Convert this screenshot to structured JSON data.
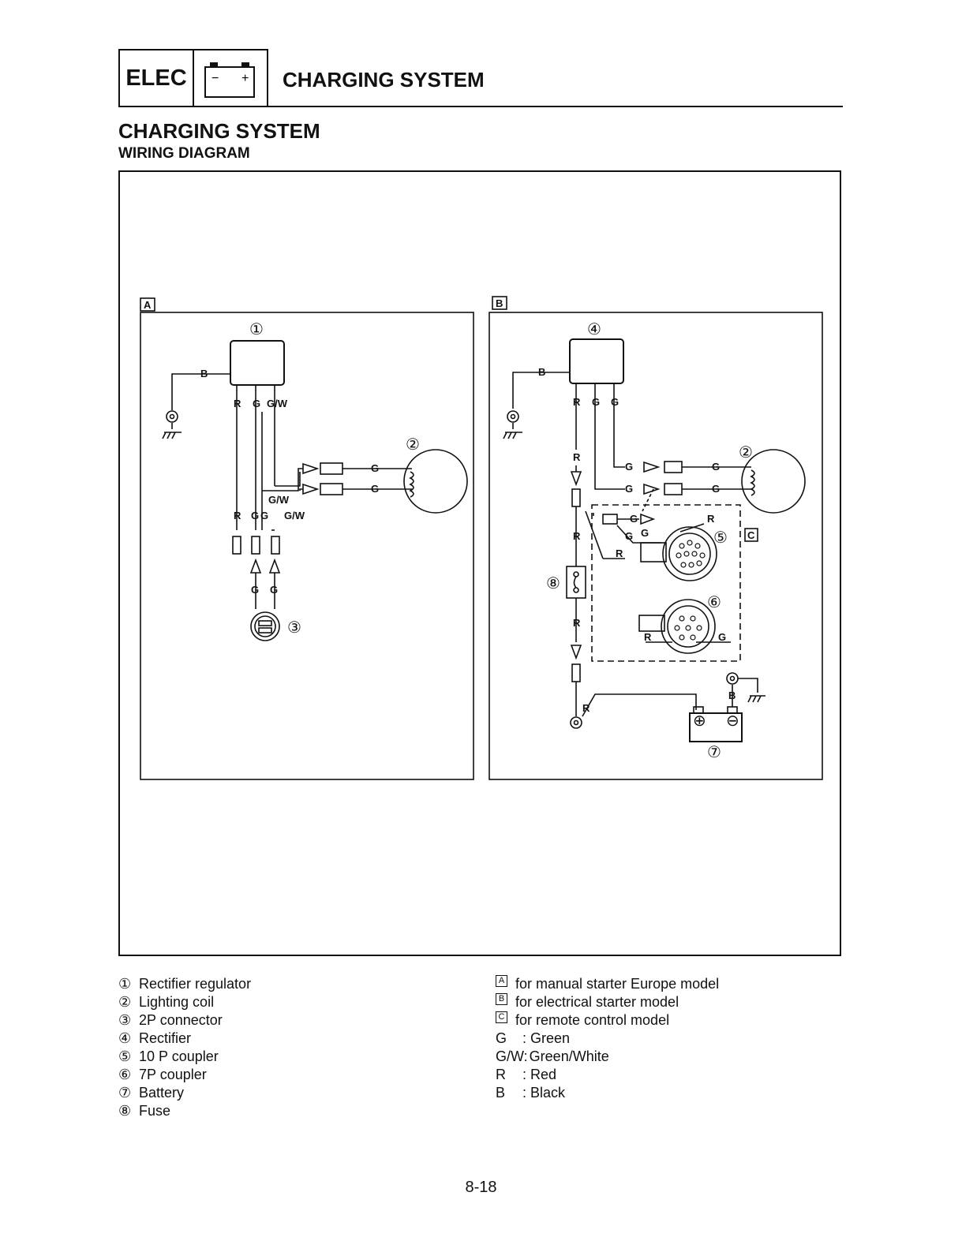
{
  "header": {
    "section_code": "ELEC",
    "battery_minus": "−",
    "battery_plus": "+",
    "title": "CHARGING SYSTEM"
  },
  "page": {
    "title": "CHARGING SYSTEM",
    "subtitle": "WIRING DIAGRAM",
    "number": "8-18"
  },
  "diagram": {
    "panel_a_tag": "A",
    "panel_b_tag": "B",
    "panel_c_tag": "C",
    "markers": [
      "①",
      "②",
      "③",
      "④",
      "⑤",
      "⑥",
      "⑦",
      "⑧"
    ],
    "wire_codes": {
      "black": "B",
      "red": "R",
      "green": "G",
      "green_white": "G/W"
    },
    "battery_pos": "⊕",
    "battery_neg": "⊖"
  },
  "legend_left": [
    {
      "marker": "①",
      "text": "Rectifier regulator"
    },
    {
      "marker": "②",
      "text": "Lighting coil"
    },
    {
      "marker": "③",
      "text": "2P connector"
    },
    {
      "marker": "④",
      "text": "Rectifier"
    },
    {
      "marker": "⑤",
      "text": "10 P coupler"
    },
    {
      "marker": "⑥",
      "text": "7P coupler"
    },
    {
      "marker": "⑦",
      "text": "Battery"
    },
    {
      "marker": "⑧",
      "text": "Fuse"
    }
  ],
  "legend_right": {
    "models": [
      {
        "tag": "A",
        "text": "for manual starter Europe model"
      },
      {
        "tag": "B",
        "text": "for electrical starter model"
      },
      {
        "tag": "C",
        "text": "for remote control model"
      }
    ],
    "colors": [
      {
        "code": "G",
        "text": ": Green"
      },
      {
        "code": "G/W:",
        "text": "Green/White"
      },
      {
        "code": "R",
        "text": ": Red"
      },
      {
        "code": "B",
        "text": ": Black"
      }
    ]
  }
}
